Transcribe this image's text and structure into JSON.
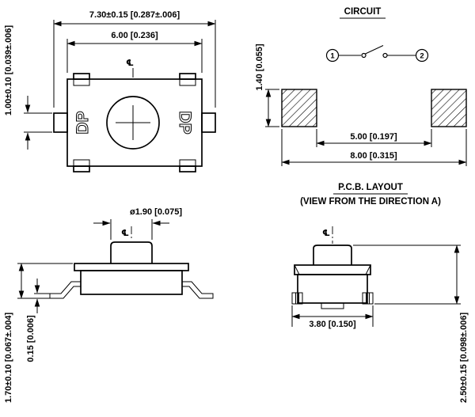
{
  "drawing": {
    "background": "#ffffff",
    "line_color": "#000000"
  },
  "top_view": {
    "dim_overall_width": "7.30±0.15  [0.287±.006]",
    "dim_body_width": "6.00  [0.236]",
    "dim_lead_height": "1.00±0.10  [0.039±.006]",
    "centerline_symbol": "℄",
    "stamp_left": "DP",
    "stamp_right": "DP"
  },
  "circuit": {
    "title": "CIRCUIT",
    "terminal_1": "1",
    "terminal_2": "2"
  },
  "pcb_layout": {
    "dim_pad_height": "1.40  [0.055]",
    "dim_inner_span": "5.00  [0.197]",
    "dim_outer_span": "8.00  [0.315]",
    "title": "P.C.B. LAYOUT",
    "subtitle": "(VIEW FROM THE DIRECTION A)"
  },
  "front_view": {
    "dim_actuator_dia": "ø1.90  [0.075]",
    "centerline_symbol": "℄",
    "dim_lead_thickness": "0.15  [0.006]",
    "dim_body_height": "1.70±0.10  [0.067±.004]"
  },
  "side_view": {
    "centerline_symbol": "℄",
    "dim_base_width": "3.80  [0.150]",
    "dim_overall_height": "2.50±0.15  [0.098±.006]"
  }
}
